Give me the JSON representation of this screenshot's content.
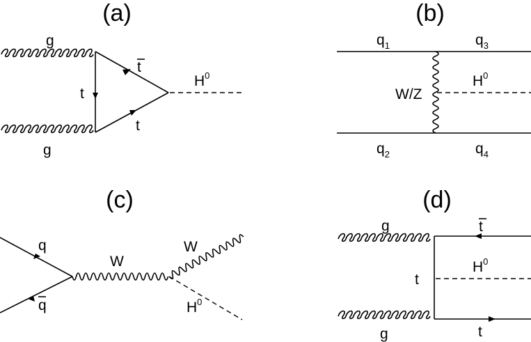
{
  "panels": {
    "a": {
      "title": "(a)",
      "labels": {
        "gluon_top": "g",
        "gluon_bottom": "g",
        "top_left": "t",
        "antitop": "t",
        "top_lower": "t",
        "higgs": "H",
        "higgs_sup": "0"
      }
    },
    "b": {
      "title": "(b)",
      "labels": {
        "q1": "q",
        "q1_sub": "1",
        "q3": "q",
        "q3_sub": "3",
        "boson": "W/Z",
        "higgs": "H",
        "higgs_sup": "0",
        "q2": "q",
        "q2_sub": "2",
        "q4": "q",
        "q4_sub": "4"
      }
    },
    "c": {
      "title": "(c)",
      "labels": {
        "quark": "q",
        "antiquark": "q",
        "w_internal": "W",
        "w_out": "W",
        "higgs": "H",
        "higgs_sup": "0"
      }
    },
    "d": {
      "title": "(d)",
      "labels": {
        "gluon_top": "g",
        "gluon_bottom": "g",
        "antitop": "t",
        "top_mid": "t",
        "top_bottom": "t",
        "higgs": "H",
        "higgs_sup": "0"
      }
    }
  }
}
